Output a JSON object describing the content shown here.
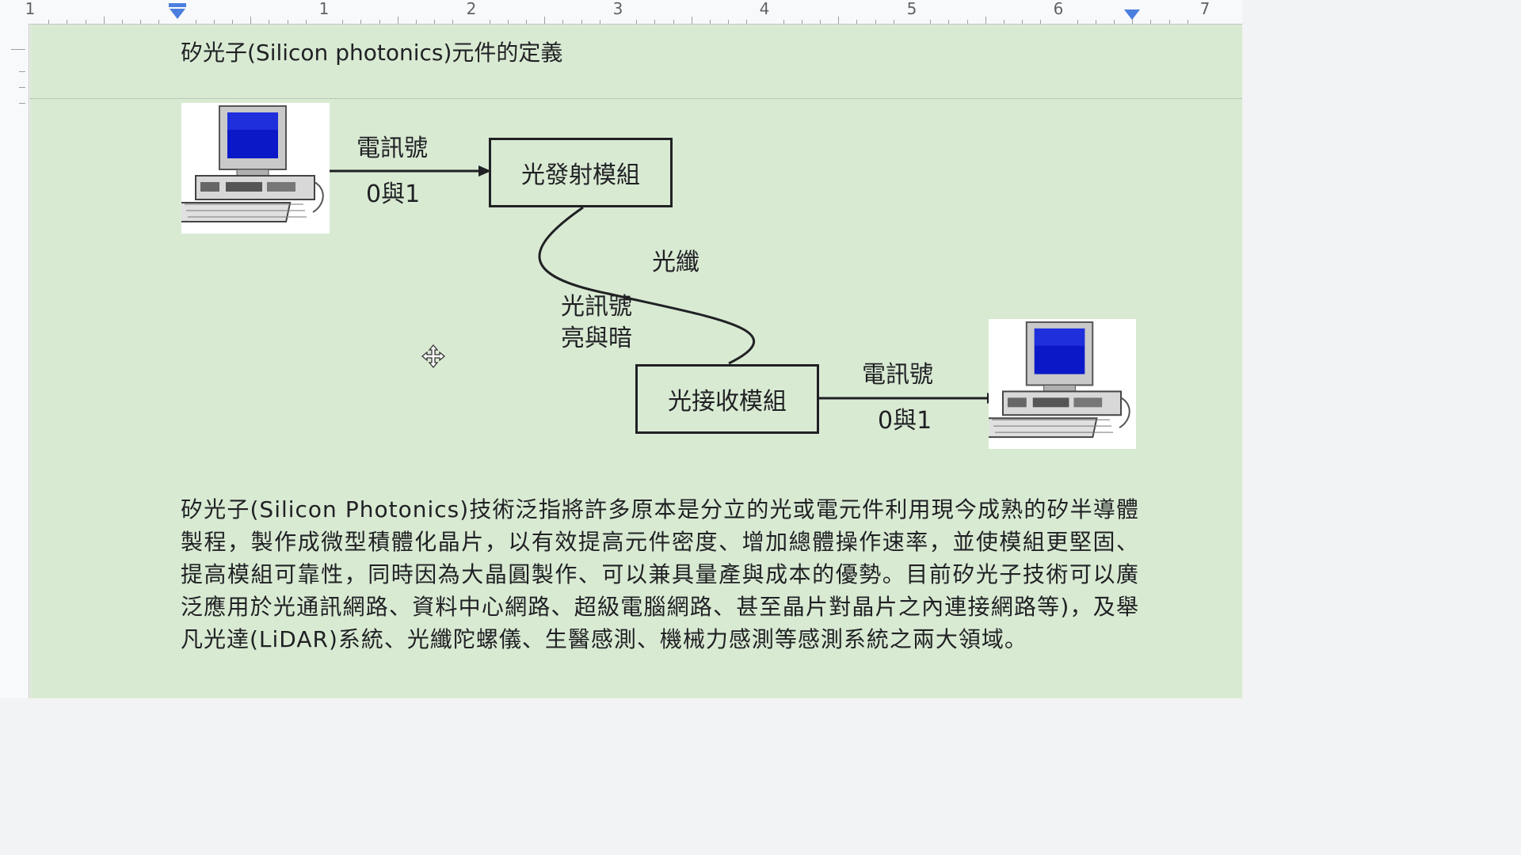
{
  "ruler": {
    "numbers": [
      "1",
      "1",
      "2",
      "3",
      "4",
      "5",
      "6",
      "7"
    ]
  },
  "header": {
    "title": "矽光子(Silicon photonics)元件的定義"
  },
  "diagram": {
    "left_signal_label": "電訊號",
    "left_signal_value": "0與1",
    "transmitter_module": "光發射模組",
    "fiber_label": "光纖",
    "optical_signal_label": "光訊號",
    "optical_signal_state": "亮與暗",
    "receiver_module": "光接收模組",
    "right_signal_label": "電訊號",
    "right_signal_value": "0與1",
    "computer_icon": "desktop-computer-icon"
  },
  "body": {
    "paragraph": "矽光子(Silicon Photonics)技術泛指將許多原本是分立的光或電元件利用現今成熟的矽半導體製程，製作成微型積體化晶片，以有效提高元件密度、增加總體操作速率，並使模組更堅固、提高模組可靠性，同時因為大晶圓製作、可以兼具量產與成本的優勢。目前矽光子技術可以廣泛應用於光通訊網路、資料中心網路、超級電腦網路、甚至晶片對晶片之內連接網路等)，及舉凡光達(LiDAR)系統、光纖陀螺儀、生醫感測、機械力感測等感測系統之兩大領域。"
  },
  "colors": {
    "page_background": "#d9ead3",
    "ruler_marker": "#4a7fe0",
    "monitor_screen": "#0a18c8"
  }
}
